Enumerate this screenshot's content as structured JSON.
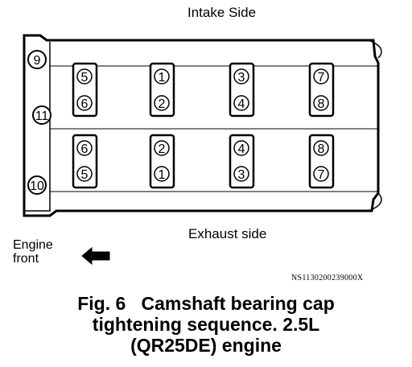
{
  "labels": {
    "top": "Intake Side",
    "bottom": "Exhaust side",
    "engine_front_line1": "Engine",
    "engine_front_line2": "front",
    "code": "NS1130200239000X"
  },
  "caption": {
    "line1": "Fig. 6   Camshaft bearing cap",
    "line2": "tightening sequence. 2.5L",
    "line3": "(QR25DE) engine"
  },
  "head_bolts": [
    "9",
    "11",
    "10"
  ],
  "intake_caps": [
    {
      "top": "5",
      "bottom": "6"
    },
    {
      "top": "1",
      "bottom": "2"
    },
    {
      "top": "3",
      "bottom": "4"
    },
    {
      "top": "7",
      "bottom": "8"
    }
  ],
  "exhaust_caps": [
    {
      "top": "6",
      "bottom": "5"
    },
    {
      "top": "2",
      "bottom": "1"
    },
    {
      "top": "4",
      "bottom": "3"
    },
    {
      "top": "8",
      "bottom": "7"
    }
  ],
  "colors": {
    "line": "#000000",
    "background": "#ffffff"
  },
  "icons": {
    "arrow": "left-arrow-icon"
  }
}
